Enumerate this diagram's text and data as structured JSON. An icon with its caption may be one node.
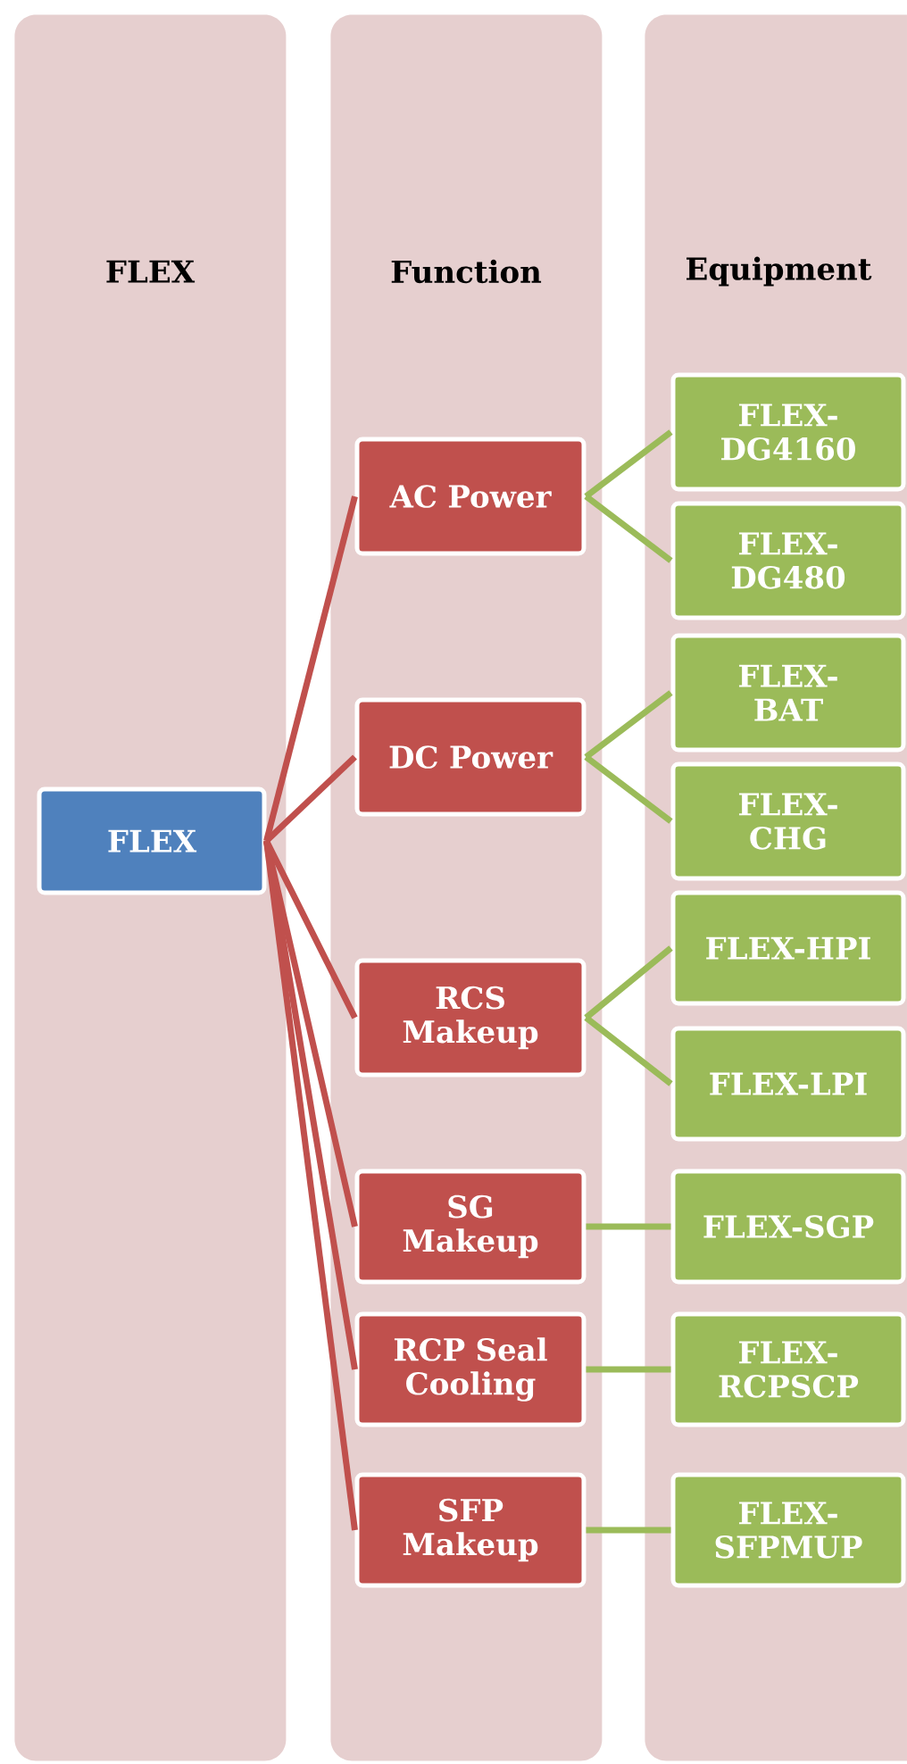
{
  "diagram": {
    "nodes": [
      {
        "text": [
          "FLEX"
        ]
      },
      {
        "text": [
          "Function"
        ]
      },
      {
        "text": [
          "Equipment"
        ]
      },
      {
        "text": [
          "FLEX"
        ],
        "in": 0
      },
      {
        "text": [
          "AC Power"
        ],
        "in": 1
      },
      {
        "text": [
          "DC Power"
        ],
        "in": 1
      },
      {
        "text": [
          "RCS Makeup"
        ],
        "in": 1
      },
      {
        "text": [
          "SG Makeup"
        ],
        "in": 1
      },
      {
        "text": [
          "RCP Seal Cooling"
        ],
        "in": 1
      },
      {
        "text": [
          "SFP Makeup"
        ],
        "in": 1
      },
      {
        "text": [
          "FLEX-DG4160"
        ],
        "in": 2
      },
      {
        "text": [
          "FLEX-DG480"
        ],
        "in": 2
      },
      {
        "text": [
          "FLEX-BAT"
        ],
        "in": 2
      },
      {
        "text": [
          "FLEX-CHG"
        ],
        "in": 2
      },
      {
        "text": [
          "FLEX-HPI"
        ],
        "in": 2
      },
      {
        "text": [
          "FLEX-LPI"
        ],
        "in": 2
      },
      {
        "text": [
          "FLEX-SGP"
        ],
        "in": 2
      },
      {
        "text": [
          "FLEX-RCPSCP"
        ],
        "in": 2
      },
      {
        "text": [
          "FLEX-SFPMUP"
        ],
        "in": 2
      }
    ],
    "edges": [
      {
        "from": 3,
        "to": 4,
        "arrow": "none",
        "color": "#c0504d"
      },
      {
        "from": 3,
        "to": 5,
        "arrow": "none",
        "color": "#c0504d"
      },
      {
        "from": 3,
        "to": 6,
        "arrow": "none",
        "color": "#c0504d"
      },
      {
        "from": 3,
        "to": 7,
        "arrow": "none",
        "color": "#c0504d"
      },
      {
        "from": 3,
        "to": 8,
        "arrow": "none",
        "color": "#c0504d"
      },
      {
        "from": 3,
        "to": 9,
        "arrow": "none",
        "color": "#c0504d"
      },
      {
        "from": 4,
        "to": 10,
        "arrow": "none"
      },
      {
        "from": 4,
        "to": 11,
        "arrow": "none"
      },
      {
        "from": 5,
        "to": 12,
        "arrow": "none"
      },
      {
        "from": 5,
        "to": 13,
        "arrow": "none"
      },
      {
        "from": 6,
        "to": 14,
        "arrow": "none"
      },
      {
        "from": 6,
        "to": 15,
        "arrow": "none"
      },
      {
        "from": 7,
        "to": 16,
        "arrow": "none"
      },
      {
        "from": 8,
        "to": 17,
        "arrow": "none"
      },
      {
        "from": 9,
        "to": 18,
        "arrow": "none"
      }
    ]
  }
}
